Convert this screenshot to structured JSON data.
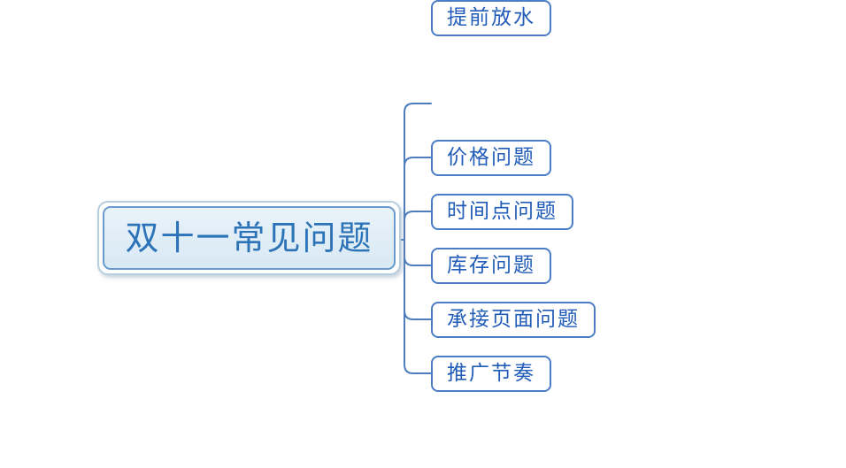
{
  "diagram": {
    "type": "mindmap",
    "root": {
      "label": "双十一常见问题",
      "selected": true
    },
    "children": [
      {
        "label": "价格问题"
      },
      {
        "label": "时间点问题"
      },
      {
        "label": "库存问题"
      },
      {
        "label": "承接页面问题"
      },
      {
        "label": "推广节奏"
      },
      {
        "label": "提前放水"
      }
    ],
    "colors": {
      "canvas_background": "#ffffff",
      "root_fill": "#dcebf6",
      "root_border": "#6b9bce",
      "root_selection_ring": "#b6cede",
      "root_text": "#2c73b8",
      "child_fill": "#ffffff",
      "child_border": "#4a7cc7",
      "child_text": "#215cb8",
      "connector": "#4d7dbe"
    }
  }
}
